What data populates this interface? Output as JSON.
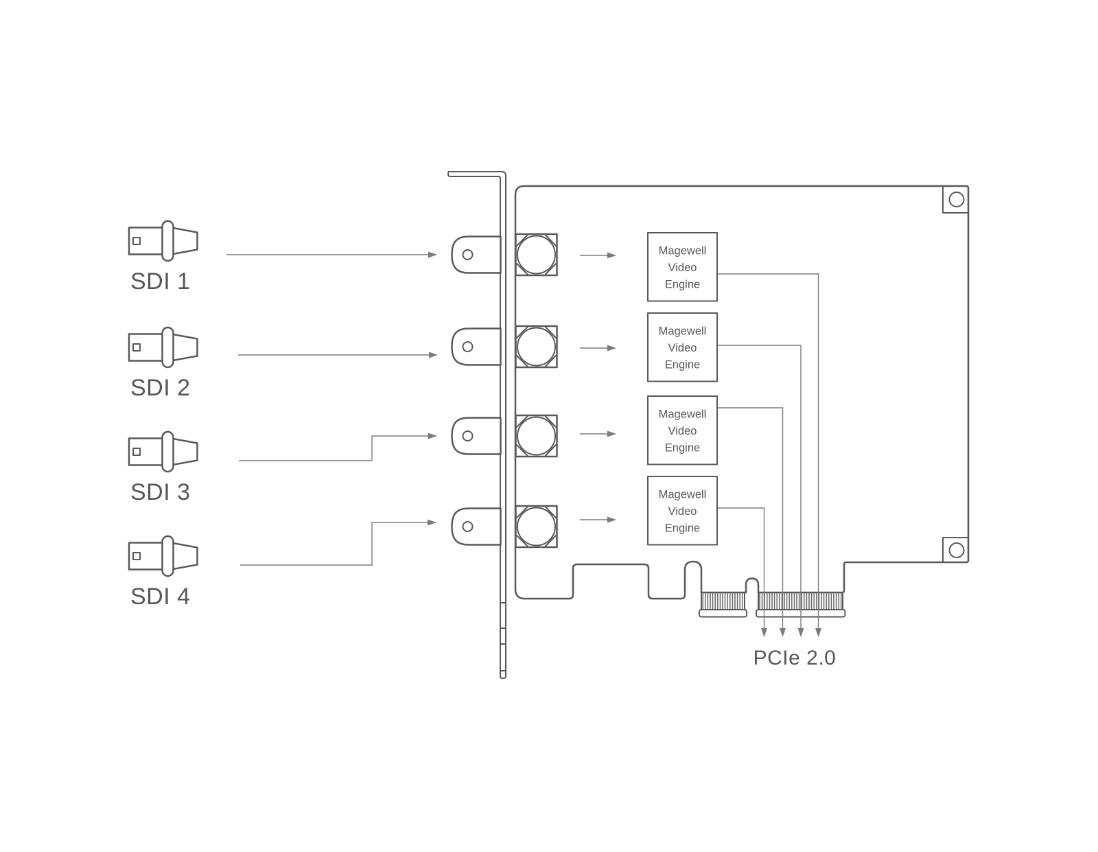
{
  "diagram": {
    "colors": {
      "background": "#ffffff",
      "outline": "#58595b",
      "line": "#797b7e",
      "text": "#56575b"
    },
    "sdi_inputs": [
      {
        "label": "SDI 1"
      },
      {
        "label": "SDI 2"
      },
      {
        "label": "SDI 3"
      },
      {
        "label": "SDI 4"
      }
    ],
    "video_engines": [
      {
        "lines": [
          "Magewell",
          "Video",
          "Engine"
        ]
      },
      {
        "lines": [
          "Magewell",
          "Video",
          "Engine"
        ]
      },
      {
        "lines": [
          "Magewell",
          "Video",
          "Engine"
        ]
      },
      {
        "lines": [
          "Magewell",
          "Video",
          "Engine"
        ]
      }
    ],
    "bus_label": "PCIe 2.0"
  }
}
